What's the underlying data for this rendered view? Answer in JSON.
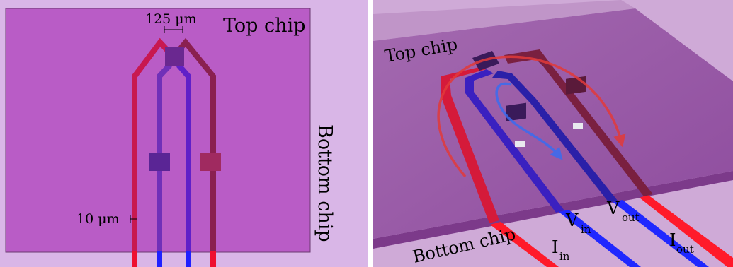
{
  "left_panel": {
    "scale_top": "125 μm",
    "top_chip_label": "Top chip",
    "bottom_chip_label": "Bottom chip",
    "scale_side": "10 μm"
  },
  "right_panel": {
    "top_chip_label": "Top chip",
    "bottom_chip_label": "Bottom chip",
    "terminals": [
      {
        "main": "I",
        "sub": "in"
      },
      {
        "main": "V",
        "sub": "in"
      },
      {
        "main": "V",
        "sub": "out"
      },
      {
        "main": "I",
        "sub": "out"
      }
    ]
  },
  "colors": {
    "bottom_chip": "#d8b4e6",
    "top_chip": "#b85ec6",
    "current_lead": "#e0123c",
    "voltage_lead": "#2a2aee",
    "current_arrow": "#e23a3a",
    "voltage_arrow": "#3a6cf0"
  }
}
